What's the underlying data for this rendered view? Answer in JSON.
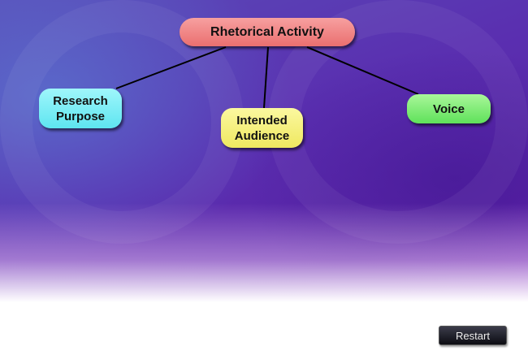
{
  "concept_map": {
    "root": "Rhetorical Activity",
    "children": [
      {
        "line1": "Research",
        "line2": "Purpose"
      },
      {
        "line1": "Intended",
        "line2": "Audience"
      },
      {
        "line1": "Voice",
        "line2": ""
      }
    ]
  },
  "controls": {
    "restart_label": "Restart"
  },
  "colors": {
    "root": "#ef7f7f",
    "research": "#72eaf3",
    "audience": "#f4ee74",
    "voice": "#78e86c"
  }
}
